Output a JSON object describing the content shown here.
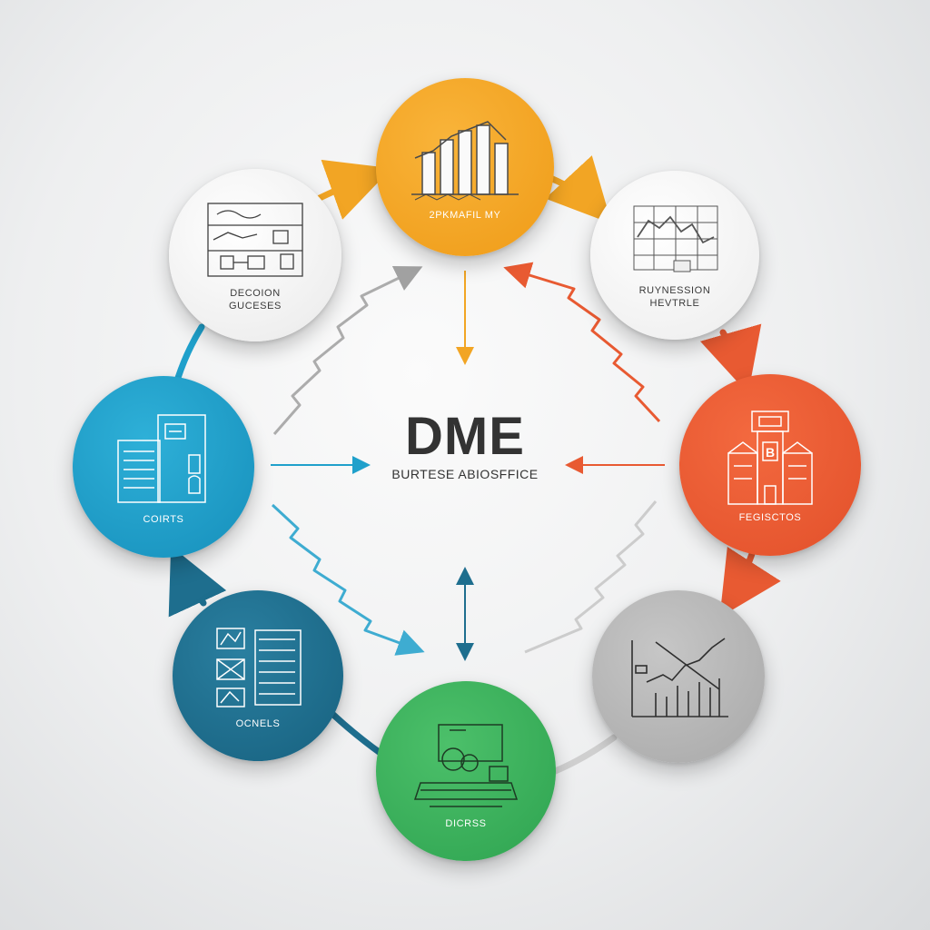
{
  "center": {
    "title": "DME",
    "subtitle": "BURTESE ABIOSFFICE"
  },
  "nodes": [
    {
      "id": "top",
      "label": "2PKMAFIL MY",
      "color": "#f2a524",
      "icon": "bar-chart-icon"
    },
    {
      "id": "top-right",
      "label": "RUYNESSION\nHEVTRLE",
      "color": "#f1f1f1",
      "icon": "line-graph-icon"
    },
    {
      "id": "right",
      "label": "FEGISCTOS",
      "color": "#e85a32",
      "icon": "building-icon"
    },
    {
      "id": "bottom-right",
      "label": "",
      "color": "#b4b4b4",
      "icon": "trend-chart-icon"
    },
    {
      "id": "bottom",
      "label": "DICRSS",
      "color": "#3bb05a",
      "icon": "workstation-icon"
    },
    {
      "id": "bottom-left",
      "label": "OCNELS",
      "color": "#1e6e8e",
      "icon": "document-icon"
    },
    {
      "id": "left",
      "label": "COIRTS",
      "color": "#1fa0cb",
      "icon": "office-building-icon"
    },
    {
      "id": "top-left",
      "label": "DECOION\nGUCESES",
      "color": "#ededed",
      "icon": "flow-diagram-icon"
    }
  ],
  "colors": {
    "orange": "#f2a524",
    "red": "#e85a32",
    "blue": "#1fa0cb",
    "teal": "#1e6e8e",
    "green": "#3bb05a",
    "gray": "#b4b4b4",
    "text": "#333333"
  }
}
